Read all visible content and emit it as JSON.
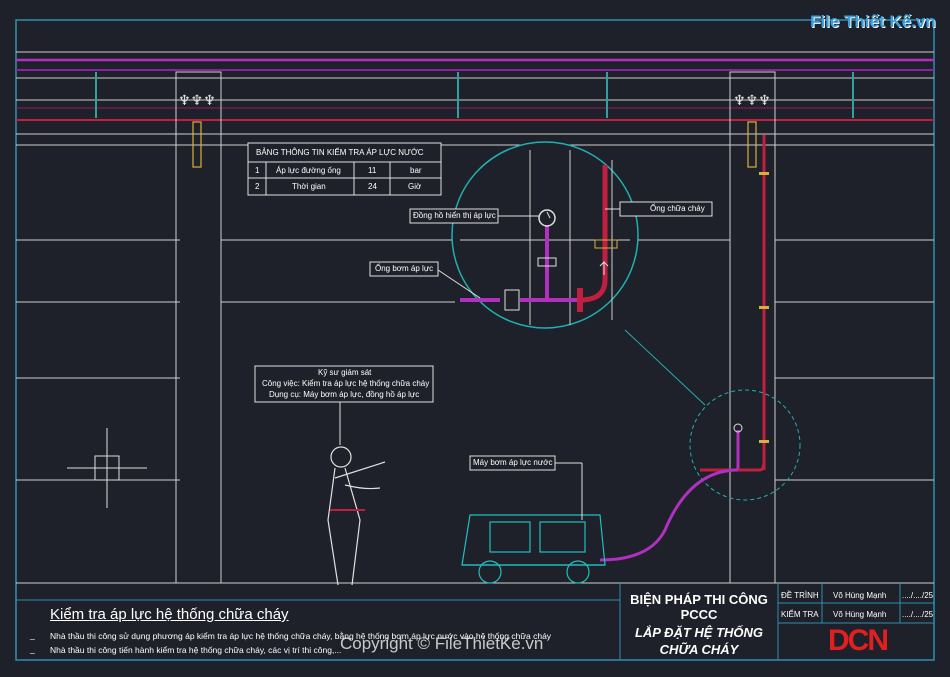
{
  "watermark_logo": "File Thiết Kế.vn",
  "copyright": "Copyright © FileThietKe.vn",
  "pressure_table": {
    "header": "BẢNG THÔNG TIN KIỂM TRA ÁP LỰC NƯỚC",
    "rows": [
      {
        "no": "1",
        "item": "Áp lực đường ống",
        "value": "11",
        "unit": "bar"
      },
      {
        "no": "2",
        "item": "Thời gian",
        "value": "24",
        "unit": "Giờ"
      }
    ]
  },
  "callouts": {
    "gauge": "Đồng hồ hiển thị áp lực",
    "pump_pipe": "Ống bơm áp lực",
    "fire_pipe": "Ống chữa cháy",
    "pump": "Máy bơm áp lực nước"
  },
  "engineer_box": {
    "line1": "Kỹ sư giám sát",
    "line2": "Công việc: Kiểm tra áp lực hệ thống chữa cháy",
    "line3": "Dụng cụ: Máy bơm áp lực, đồng hồ áp lực"
  },
  "notes": {
    "title": "Kiểm tra áp lực hệ thống chữa cháy",
    "line1": "Nhà thầu thi công sử dụng phương áp kiểm tra áp lực hệ thống chữa cháy, bằng hệ thống bơm áp lực nước vào hệ thống chữa cháy",
    "line2": "Nhà thầu thi công tiến hành kiểm tra hệ thống chữa cháy, các vị trí thi công,..."
  },
  "title_block": {
    "title1": "BIỆN PHÁP THI CÔNG",
    "title2": "PCCC",
    "title3": "LẮP ĐẶT HỆ THỐNG",
    "title4": "CHỮA CHÁY",
    "row1_label": "ĐỀ TRÌNH",
    "row1_name": "Võ Hùng Mạnh",
    "row1_date": "..../..../25",
    "row2_label": "KIỂM TRA",
    "row2_name": "Võ Hùng Mạnh",
    "row2_date": "..../..../25",
    "company_logo": "DCN"
  },
  "colors": {
    "background": "#1e2129",
    "frame": "#2f8fb0",
    "pipe_magenta": "#b030c0",
    "pipe_red": "#c02040",
    "detail_circle": "#20b0b0",
    "logo_red": "#e02020"
  }
}
